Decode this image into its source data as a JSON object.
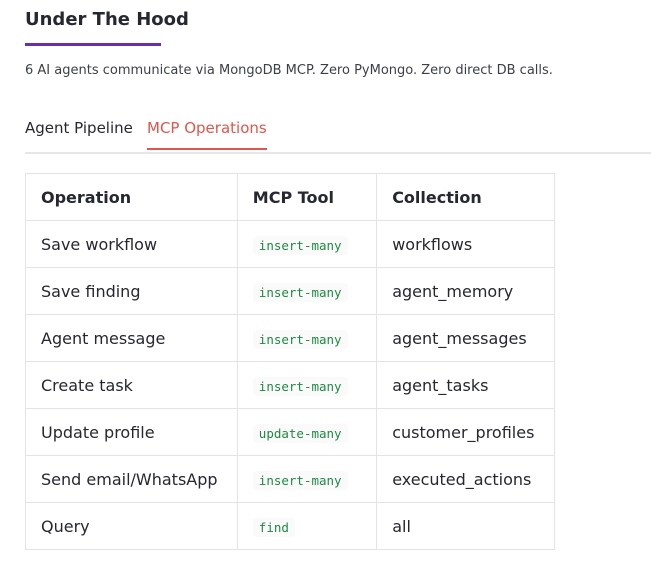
{
  "header": {
    "title": "Under The Hood",
    "underline_color": "#6b2fa8",
    "subtitle": "6 AI agents communicate via MongoDB MCP. Zero PyMongo. Zero direct DB calls."
  },
  "tabs": {
    "items": [
      {
        "label": "Agent Pipeline",
        "active": false
      },
      {
        "label": "MCP Operations",
        "active": true
      }
    ],
    "active_color": "#e0564a"
  },
  "table": {
    "headers": [
      "Operation",
      "MCP Tool",
      "Collection"
    ],
    "rows": [
      {
        "operation": "Save workflow",
        "tool": "insert-many",
        "collection": "workflows"
      },
      {
        "operation": "Save finding",
        "tool": "insert-many",
        "collection": "agent_memory"
      },
      {
        "operation": "Agent message",
        "tool": "insert-many",
        "collection": "agent_messages"
      },
      {
        "operation": "Create task",
        "tool": "insert-many",
        "collection": "agent_tasks"
      },
      {
        "operation": "Update profile",
        "tool": "update-many",
        "collection": "customer_profiles"
      },
      {
        "operation": "Send email/WhatsApp",
        "tool": "insert-many",
        "collection": "executed_actions"
      },
      {
        "operation": "Query",
        "tool": "find",
        "collection": "all"
      }
    ],
    "code_color": "#1f8a43"
  }
}
